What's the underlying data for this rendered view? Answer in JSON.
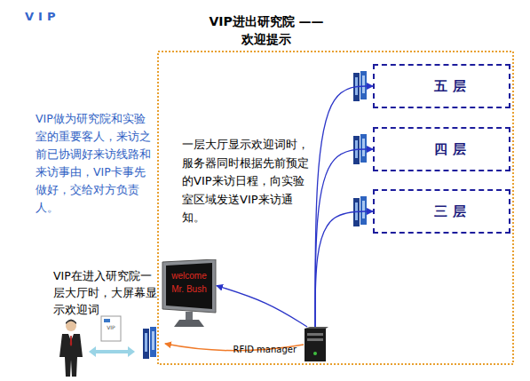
{
  "diagram": {
    "title": "VIP进出研究院 ——欢迎提示",
    "nodes": [
      {
        "text": [
          "五 层"
        ]
      },
      {
        "text": [
          "四 层"
        ]
      },
      {
        "text": [
          "三 层"
        ]
      },
      {
        "text": [
          "welcome Mr. Bush"
        ]
      },
      {
        "text": [
          "RFID manager"
        ]
      }
    ],
    "edges": [
      {
        "from": 4,
        "to": 0,
        "arrow": "to"
      },
      {
        "from": 4,
        "to": 1,
        "arrow": "to"
      },
      {
        "from": 4,
        "to": 2,
        "arrow": "to"
      },
      {
        "from": 4,
        "to": 3,
        "arrow": "to"
      }
    ],
    "labels": [
      "VIP",
      "VIP做为研究院和实验室的重要客人，来访之前已协调好来访线路和来访事由，VIP卡事先做好，交给对方负责人。",
      "一层大厅显示欢迎词时，服务器同时根据先前预定的VIP来访日程，向实验室区域发送VIP来访通知。",
      "VIP在进入研究院一层大厅时，大屏幕显示欢迎词",
      "VIP"
    ]
  }
}
